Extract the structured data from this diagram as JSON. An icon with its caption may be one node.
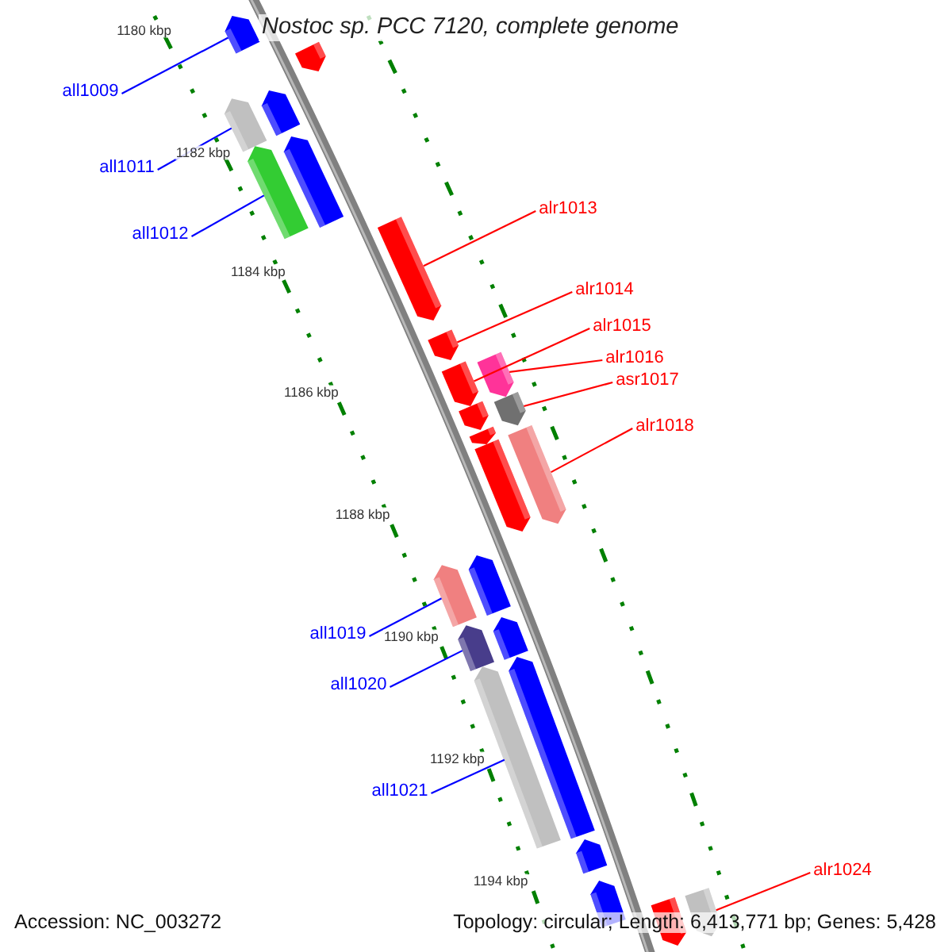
{
  "diagram": {
    "title": "Nostoc sp. PCC 7120, complete genome",
    "nodes": [
      {
        "text": [
          "all1009"
        ]
      },
      {
        "text": [
          "all1011"
        ]
      },
      {
        "text": [
          "all1012"
        ]
      },
      {
        "text": [
          "alr1013"
        ]
      },
      {
        "text": [
          "alr1014"
        ]
      },
      {
        "text": [
          "alr1015"
        ]
      },
      {
        "text": [
          "alr1016"
        ]
      },
      {
        "text": [
          "asr1017"
        ]
      },
      {
        "text": [
          "alr1018"
        ]
      },
      {
        "text": [
          "all1019"
        ]
      },
      {
        "text": [
          "all1020"
        ]
      },
      {
        "text": [
          "all1021"
        ]
      },
      {
        "text": [
          "alr1024"
        ]
      },
      {
        "text": [],
        "shape": "bar"
      },
      {
        "text": [],
        "shape": "bar"
      },
      {
        "text": [],
        "shape": "bar"
      },
      {
        "text": [],
        "shape": "bar"
      },
      {
        "text": [],
        "shape": "bar"
      },
      {
        "text": [],
        "shape": "bar"
      },
      {
        "text": [],
        "shape": "bar"
      },
      {
        "text": [],
        "shape": "bar"
      },
      {
        "text": [],
        "shape": "bar"
      },
      {
        "text": [],
        "shape": "bar"
      },
      {
        "text": [],
        "shape": "bar"
      },
      {
        "text": [],
        "shape": "bar"
      },
      {
        "text": [],
        "shape": "bar"
      },
      {
        "text": [],
        "shape": "bar"
      },
      {
        "text": [],
        "shape": "bar"
      },
      {
        "text": [],
        "shape": "bar"
      },
      {
        "text": [],
        "shape": "bar"
      },
      {
        "text": [],
        "shape": "bar"
      },
      {
        "text": [],
        "shape": "bar"
      },
      {
        "text": [],
        "shape": "bar"
      },
      {
        "text": [],
        "shape": "bar"
      },
      {
        "text": [],
        "shape": "bar"
      },
      {
        "text": [],
        "shape": "bar"
      },
      {
        "text": [],
        "shape": "bar"
      },
      {
        "text": [],
        "shape": "bar"
      }
    ],
    "edges": [
      {
        "from": 0,
        "to": 13,
        "arrow": "none",
        "color": "#0000ff"
      },
      {
        "from": 1,
        "to": 15,
        "arrow": "none",
        "color": "#0000ff"
      },
      {
        "from": 2,
        "to": 17,
        "arrow": "none",
        "color": "#0000ff"
      },
      {
        "from": 3,
        "to": 19,
        "arrow": "none"
      },
      {
        "from": 4,
        "to": 20,
        "arrow": "none"
      },
      {
        "from": 5,
        "to": 22,
        "arrow": "none"
      },
      {
        "from": 6,
        "to": 21,
        "arrow": "none"
      },
      {
        "from": 7,
        "to": 23,
        "arrow": "none"
      },
      {
        "from": 8,
        "to": 26,
        "arrow": "none"
      },
      {
        "from": 9,
        "to": 28,
        "arrow": "none",
        "color": "#0000ff"
      },
      {
        "from": 10,
        "to": 30,
        "arrow": "none",
        "color": "#0000ff"
      },
      {
        "from": 11,
        "to": 32,
        "arrow": "none",
        "color": "#0000ff"
      },
      {
        "from": 12,
        "to": 37,
        "arrow": "none"
      }
    ],
    "labels": [
      "1180 kbp",
      "1182 kbp",
      "1184 kbp",
      "1186 kbp",
      "1188 kbp",
      "1190 kbp",
      "1192 kbp",
      "1194 kbp",
      "Accession: NC_003272",
      "Topology: circular; Length: 6,413,771 bp; Genes: 5,428"
    ]
  }
}
